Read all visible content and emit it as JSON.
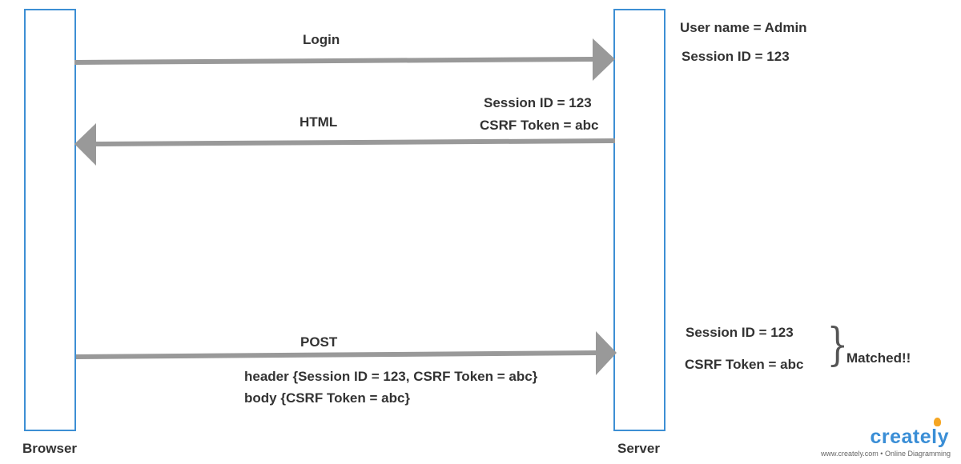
{
  "lanes": {
    "browser": "Browser",
    "server": "Server"
  },
  "messages": {
    "login": "Login",
    "html": "HTML",
    "post": "POST"
  },
  "server_state": {
    "user_name": "User name = Admin",
    "session_id": "Session ID = 123"
  },
  "response_payload": {
    "session_id": "Session ID = 123",
    "csrf_token": "CSRF Token = abc"
  },
  "post_payload": {
    "header": "header {Session ID = 123, CSRF Token = abc}",
    "body": "body {CSRF Token = abc}"
  },
  "validation": {
    "session_id": "Session ID = 123",
    "csrf_token": "CSRF Token = abc",
    "result": "Matched!!"
  },
  "watermark": {
    "brand": "creately",
    "tagline": "www.creately.com • Online Diagramming"
  },
  "colors": {
    "lane_border": "#3d8fd4",
    "arrow": "#999999",
    "text": "#333333",
    "brand_blue": "#3a8ed6",
    "brand_orange": "#f5a623"
  }
}
